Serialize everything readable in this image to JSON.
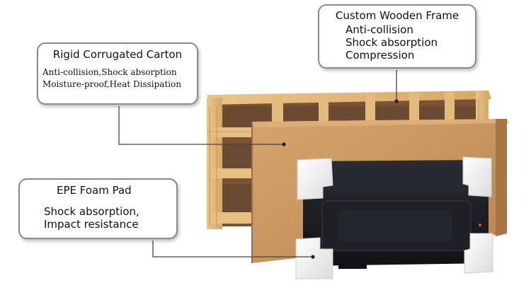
{
  "callouts": {
    "carton": {
      "title": "Rigid Corrugated Carton",
      "lines": [
        "Anti-collision,Shock absorption",
        "Moisture-proof,Heat Dissipation"
      ]
    },
    "frame": {
      "title": "Custom Wooden Frame",
      "lines": [
        "Anti-collision",
        "Shock absorption",
        "Compression"
      ]
    },
    "foam": {
      "title": "EPE Foam Pad",
      "lines": [
        "Shock absorption,",
        "Impact resistance"
      ]
    }
  },
  "illustration": {
    "subjects": [
      "wooden-crate-icon",
      "cardboard-carton-icon",
      "tv-monitor-icon",
      "foam-corner-pad-icon"
    ],
    "colors": {
      "wood": "#e2b877",
      "carton": "#c9945d",
      "screen": "#1b1d22",
      "foam": "#f4f4f4",
      "leader_line": "#444444"
    }
  }
}
